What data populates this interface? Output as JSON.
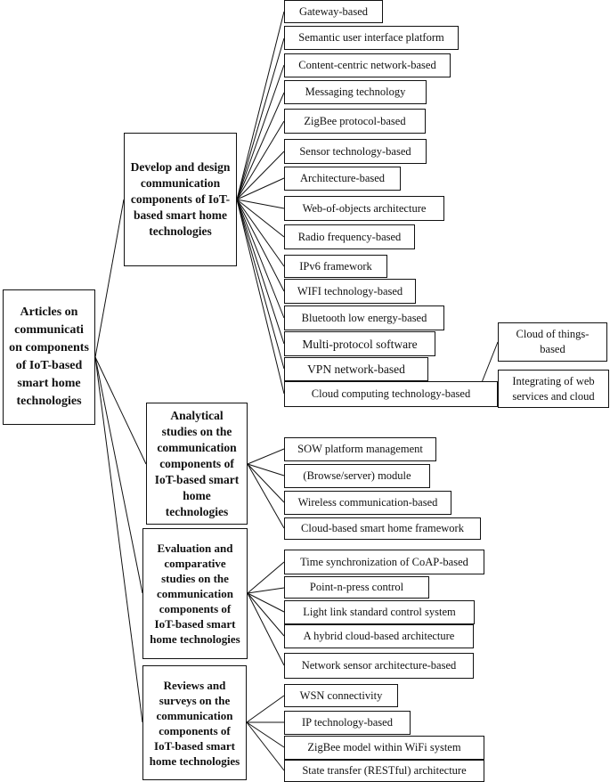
{
  "root": {
    "label": "Articles on communicati on components of IoT-based smart home technologies"
  },
  "branches": [
    {
      "label": "Develop and design communication components of IoT-based smart home technologies",
      "leaves": [
        "Gateway-based",
        "Semantic user interface platform",
        "Content-centric network-based",
        "Messaging technology",
        "ZigBee protocol-based",
        "Sensor technology-based",
        "Architecture-based",
        "Web-of-objects architecture",
        "Radio frequency-based",
        "IPv6 framework",
        "WIFI technology-based",
        "Bluetooth low energy-based",
        "Multi-protocol software",
        "VPN network-based",
        "Cloud computing technology-based"
      ],
      "sub_leaves": [
        "Cloud of things-based",
        "Integrating of web services and cloud"
      ]
    },
    {
      "label": "Analytical studies on the communication components of IoT-based smart home technologies",
      "leaves": [
        "SOW platform management",
        "(Browse/server) module",
        "Wireless communication-based",
        "Cloud-based smart home framework"
      ]
    },
    {
      "label": "Evaluation and comparative studies on the communication components of IoT-based smart home technologies",
      "leaves": [
        "Time synchronization of CoAP-based",
        "Point-n-press control",
        "Light link standard control system",
        "A hybrid cloud-based architecture",
        "Network sensor architecture-based"
      ]
    },
    {
      "label": "Reviews and surveys on the communication components of IoT-based smart home technologies",
      "leaves": [
        "WSN connectivity",
        "IP technology-based",
        "ZigBee model within WiFi system",
        "State transfer (RESTful) architecture"
      ]
    }
  ],
  "colors": {
    "line": "#111111",
    "text": "#111111",
    "background": "#ffffff"
  }
}
